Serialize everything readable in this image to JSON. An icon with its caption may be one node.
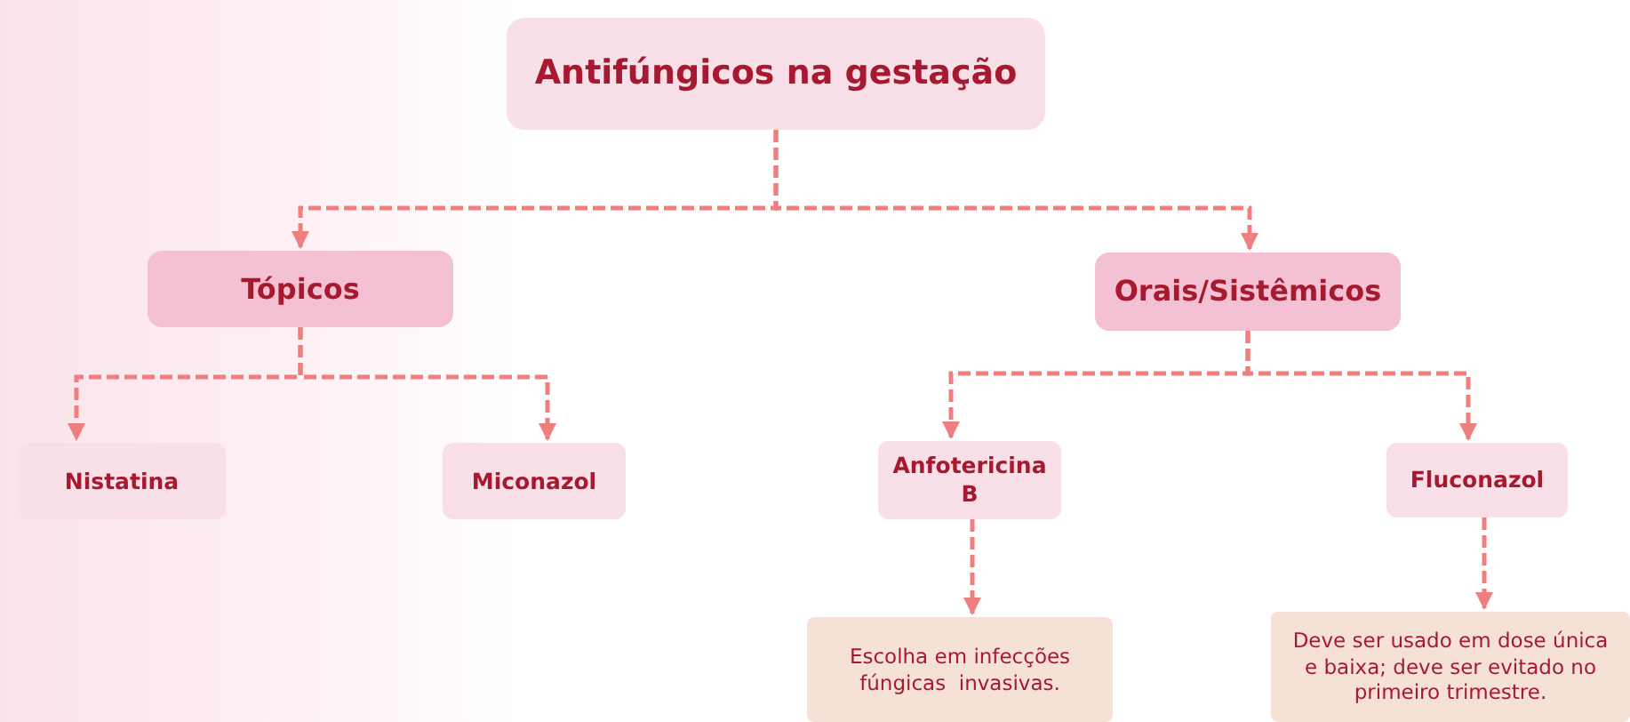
{
  "diagram": {
    "nodes": [
      {
        "text": [
          "Antifúngicos na gestação"
        ]
      },
      {
        "text": [
          "Tópicos"
        ]
      },
      {
        "text": [
          "Orais/Sistêmicos"
        ]
      },
      {
        "text": [
          "Nistatina"
        ]
      },
      {
        "text": [
          "Miconazol"
        ]
      },
      {
        "text": [
          "Anfotericina B"
        ]
      },
      {
        "text": [
          "Fluconazol"
        ]
      },
      {
        "text": [
          "Escolha em infecções fúngicas  invasivas."
        ]
      },
      {
        "text": [
          "Deve ser usado em dose única e baixa; deve ser evitado no primeiro trimestre."
        ]
      }
    ],
    "edges": [
      {
        "from": 0,
        "to": 1,
        "arrow": "to"
      },
      {
        "from": 0,
        "to": 2,
        "arrow": "to"
      },
      {
        "from": 1,
        "to": 3,
        "arrow": "to"
      },
      {
        "from": 1,
        "to": 4,
        "arrow": "to"
      },
      {
        "from": 2,
        "to": 5,
        "arrow": "to"
      },
      {
        "from": 2,
        "to": 6,
        "arrow": "to"
      },
      {
        "from": 5,
        "to": 7,
        "arrow": "to"
      },
      {
        "from": 6,
        "to": 8,
        "arrow": "to"
      }
    ]
  }
}
